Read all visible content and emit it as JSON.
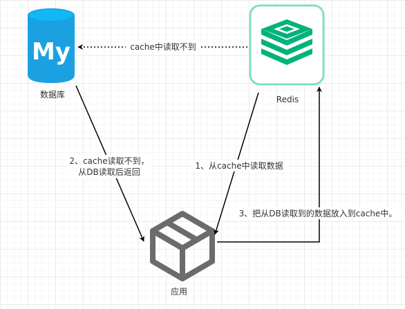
{
  "nodes": {
    "database": {
      "label": "数据库",
      "logo_text": "My",
      "color": "#1ba1e2"
    },
    "redis": {
      "label": "Redis",
      "color": "#00b37a",
      "border_color": "#7ee0c3"
    },
    "app": {
      "label": "应用",
      "color": "#6b6b6b"
    }
  },
  "edges": {
    "cache_miss": {
      "label": "cache中读取不到"
    },
    "read_db": {
      "label_line1": "2、cache读取不到，",
      "label_line2": "从DB读取后返回"
    },
    "read_cache": {
      "label": "1、从cache中读取数据"
    },
    "write_cache": {
      "label": "3、把从DB读取到的数据放入到cache中。"
    }
  }
}
